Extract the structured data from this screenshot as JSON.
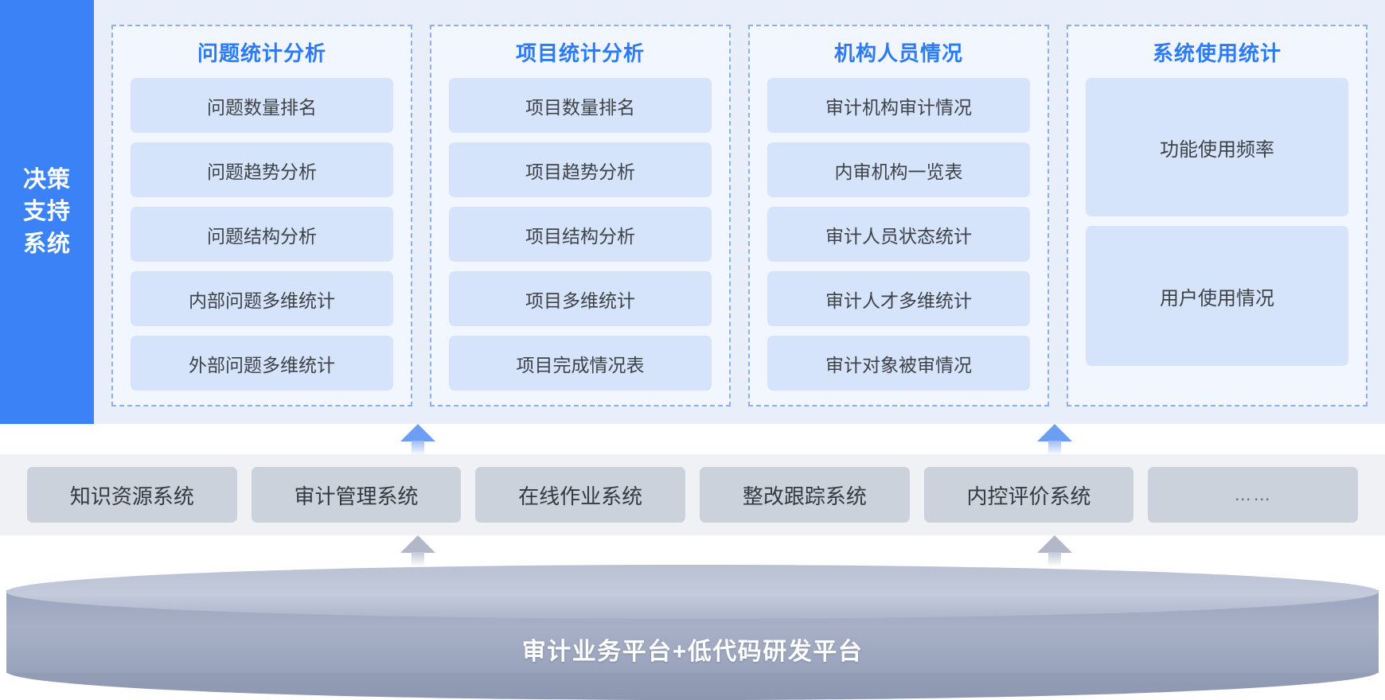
{
  "side_label": {
    "lines": [
      "决策",
      "支持",
      "系统"
    ],
    "accent_color": "#3b82f6"
  },
  "groups": [
    {
      "title": "问题统计分析",
      "items": [
        "问题数量排名",
        "问题趋势分析",
        "问题结构分析",
        "内部问题多维统计",
        "外部问题多维统计"
      ]
    },
    {
      "title": "项目统计分析",
      "items": [
        "项目数量排名",
        "项目趋势分析",
        "项目结构分析",
        "项目多维统计",
        "项目完成情况表"
      ]
    },
    {
      "title": "机构人员情况",
      "items": [
        "审计机构审计情况",
        "内审机构一览表",
        "审计人员状态统计",
        "审计人才多维统计",
        "审计对象被审情况"
      ]
    },
    {
      "title": "系统使用统计",
      "items": [
        "功能使用频率",
        "用户使用情况"
      ]
    }
  ],
  "source_systems": [
    "知识资源系统",
    "审计管理系统",
    "在线作业系统",
    "整改跟踪系统",
    "内控评价系统",
    "……"
  ],
  "platform": {
    "label": "审计业务平台+低代码研发平台"
  },
  "colors": {
    "group_title": "#2b7bf7",
    "item_bg": "#d6e4fb",
    "panel_bg": "#e9eefb",
    "group_bg": "#f2f6fe",
    "dash_border": "#8ab0f0",
    "systems_band": "#f0f1f4",
    "systems_card": "#ccd2dc",
    "platform_body": "#a7b0c6",
    "arrow_blue": "#6d9ef5",
    "arrow_gray": "#b2b8c9"
  }
}
